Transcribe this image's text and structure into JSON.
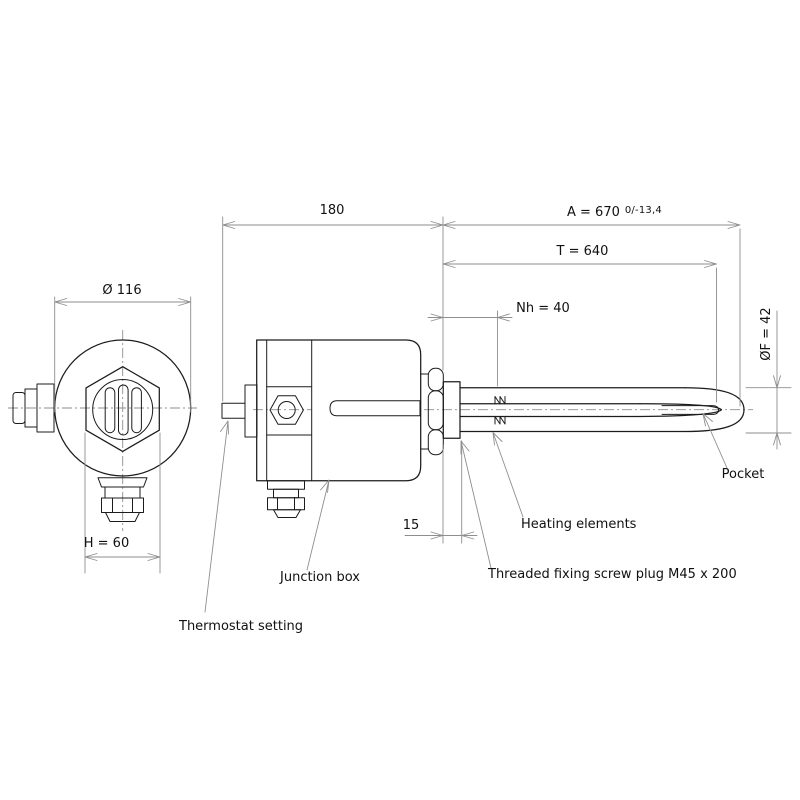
{
  "drawing": {
    "type": "technical-drawing",
    "subject": "Screw plug immersion heater with thermostat junction box",
    "front_view": {
      "diameter_label": "Ø 116",
      "across_flats_label": "H = 60"
    },
    "side_view": {
      "box_length_label": "180",
      "immersion_length_label": "A = 670",
      "immersion_length_tolerance": "0/-13,4",
      "pocket_length_label": "T = 640",
      "unheated_length_label": "Nh = 40",
      "bundle_diameter_label": "ØF = 42",
      "plug_hex_label": "15"
    },
    "callouts": {
      "thermostat": "Thermostat setting",
      "junction_box": "Junction box",
      "heating_elements": "Heating elements",
      "screw_plug": "Threaded fixing screw plug M45 x 200",
      "pocket": "Pocket"
    },
    "colors": {
      "object_line": "#1c1c1c",
      "dimension_line": "#8e8e8e",
      "background": "#ffffff",
      "text": "#111111"
    }
  }
}
